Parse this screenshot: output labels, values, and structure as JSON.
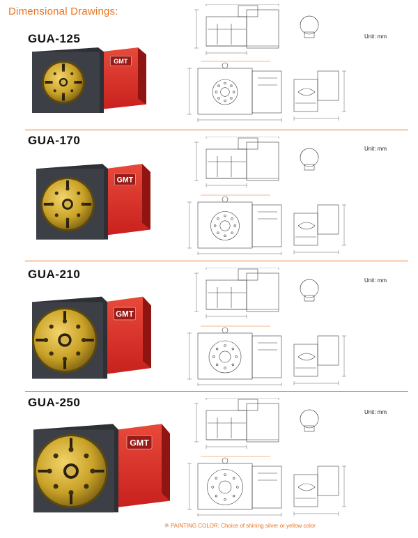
{
  "page": {
    "title": "Dimensional Drawings:",
    "footnote": "※ PAINTING COLOR: Choice of shining silver or yellow color"
  },
  "colors": {
    "accent": "#e8731f",
    "housing_red": "#c8201e",
    "base_dark": "#2e3035",
    "brass": "#c9a227",
    "line": "#3a3a3a"
  },
  "brand": "GMT",
  "sections": [
    {
      "model": "GUA-125",
      "unit": "Unit: mm"
    },
    {
      "model": "GUA-170",
      "unit": "Unit: mm"
    },
    {
      "model": "GUA-210",
      "unit": "Unit: mm"
    },
    {
      "model": "GUA-250",
      "unit": "Unit: mm"
    }
  ]
}
